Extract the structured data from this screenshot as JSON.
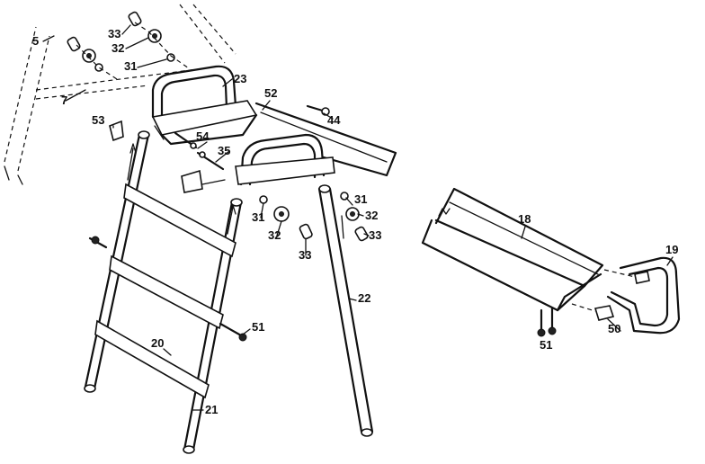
{
  "labels": {
    "l5": "5",
    "l33a": "33",
    "l32a": "32",
    "l31a": "31",
    "l7": "7",
    "l23": "23",
    "l52": "52",
    "l44": "44",
    "l53": "53",
    "l54": "54",
    "l35": "35",
    "l31b": "31",
    "l32b": "32",
    "l33b": "33",
    "l31c": "31",
    "l32c": "32",
    "l33c": "33",
    "l22": "22",
    "l51a": "51",
    "l20": "20",
    "l21": "21",
    "l18": "18",
    "l19": "19",
    "l51b": "51",
    "l50": "50"
  }
}
